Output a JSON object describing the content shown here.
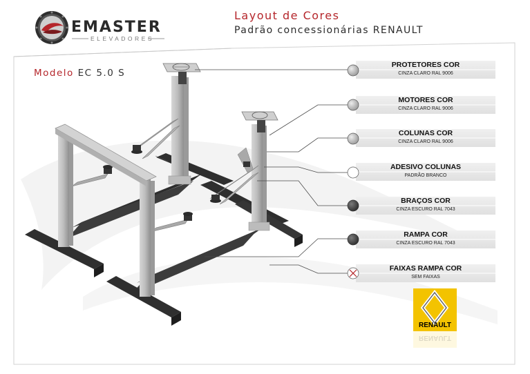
{
  "brand": {
    "name": "EMASTER",
    "tagline": "ELEVADORES"
  },
  "header": {
    "title": "Layout de Cores",
    "subtitle": "Padrão concessionárias RENAULT"
  },
  "model": {
    "prefix": "Modelo",
    "code": "EC 5.0 S"
  },
  "legend": [
    {
      "label": "PROTETORES COR",
      "value": "CINZA CLARO RAL 9006",
      "swatch": "#bdbdbd"
    },
    {
      "label": "MOTORES COR",
      "value": "CINZA CLARO RAL 9006",
      "swatch": "#bdbdbd"
    },
    {
      "label": "COLUNAS COR",
      "value": "CINZA CLARO RAL 9006",
      "swatch": "#bdbdbd"
    },
    {
      "label": "ADESIVO COLUNAS",
      "value": "PADRÃO BRANCO",
      "swatch": "#ffffff"
    },
    {
      "label": "BRAÇOS COR",
      "value": "CINZA ESCURO RAL 7043",
      "swatch": "#4f4f4f"
    },
    {
      "label": "RAMPA COR",
      "value": "CINZA ESCURO RAL 7043",
      "swatch": "#4f4f4f"
    },
    {
      "label": "FAIXAS RAMPA  COR",
      "value": "SEM FAIXAS",
      "swatch": "none"
    }
  ],
  "renault": {
    "name": "RENAULT",
    "color": "#f3c300"
  },
  "colors": {
    "accent": "#b5262b",
    "dark": "#2b2b2b",
    "light_metal": "#c4c4c4",
    "dark_metal": "#3a3a3a"
  }
}
